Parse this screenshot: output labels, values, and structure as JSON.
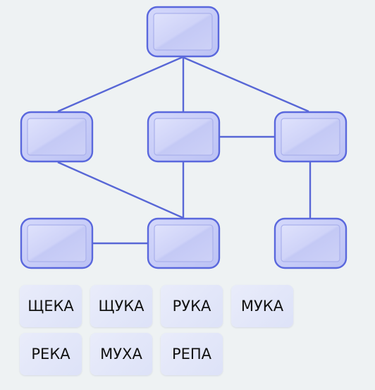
{
  "diagram": {
    "colors": {
      "line": "#5867d6",
      "node_border": "#5a68dd",
      "node_fill": "#c7ccf7",
      "node_inner": "#d6daf9",
      "background": "#eef2f3"
    },
    "nodes": [
      {
        "id": "top",
        "value": ""
      },
      {
        "id": "mid-left",
        "value": ""
      },
      {
        "id": "mid-center",
        "value": ""
      },
      {
        "id": "mid-right",
        "value": ""
      },
      {
        "id": "bottom-left",
        "value": ""
      },
      {
        "id": "bottom-center",
        "value": ""
      },
      {
        "id": "bottom-right",
        "value": ""
      }
    ],
    "edges": [
      [
        "top",
        "mid-left"
      ],
      [
        "top",
        "mid-center"
      ],
      [
        "top",
        "mid-right"
      ],
      [
        "mid-center",
        "mid-right"
      ],
      [
        "mid-left",
        "bottom-center"
      ],
      [
        "mid-center",
        "bottom-center"
      ],
      [
        "mid-right",
        "bottom-right"
      ],
      [
        "bottom-left",
        "bottom-center"
      ]
    ]
  },
  "word_bank": [
    {
      "label": "ЩЕКА"
    },
    {
      "label": "ЩУКА"
    },
    {
      "label": "РУКА"
    },
    {
      "label": "МУКА"
    },
    {
      "label": "РЕКА"
    },
    {
      "label": "МУХА"
    },
    {
      "label": "РЕПА"
    }
  ]
}
